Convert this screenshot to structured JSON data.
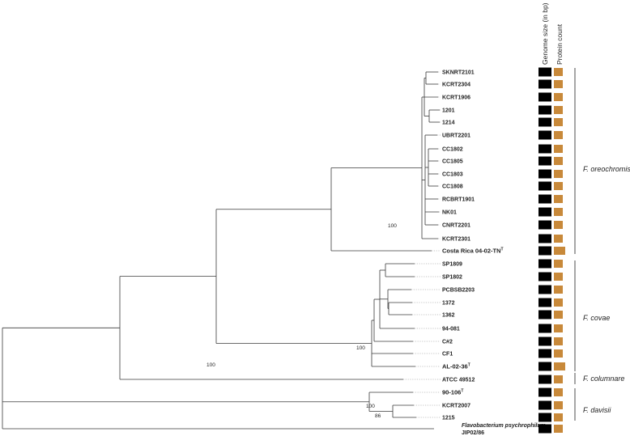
{
  "headers": {
    "genome_size": "Genome size (in bp)",
    "protein_count": "Protein count"
  },
  "colors": {
    "genome_bar": "#000000",
    "protein_bar": "#c8893a",
    "branch": "#3a3a3a",
    "guide": "#8a8a8a"
  },
  "tips": [
    {
      "id": "SKNRT2101",
      "label": "SKNRT2101"
    },
    {
      "id": "KCRT2304",
      "label": "KCRT2304"
    },
    {
      "id": "KCRT1906",
      "label": "KCRT1906"
    },
    {
      "id": "1201",
      "label": "1201"
    },
    {
      "id": "1214",
      "label": "1214"
    },
    {
      "id": "UBRT2201",
      "label": "UBRT2201"
    },
    {
      "id": "CC1802",
      "label": "CC1802"
    },
    {
      "id": "CC1805",
      "label": "CC1805"
    },
    {
      "id": "CC1803",
      "label": "CC1803"
    },
    {
      "id": "CC1808",
      "label": "CC1808"
    },
    {
      "id": "RCBRT1901",
      "label": "RCBRT1901"
    },
    {
      "id": "NK01",
      "label": "NK01"
    },
    {
      "id": "CNRT2201",
      "label": "CNRT2201"
    },
    {
      "id": "KCRT2301",
      "label": "KCRT2301"
    },
    {
      "id": "CR",
      "label": "Costa Rica 04-02-TN",
      "sup": "T"
    },
    {
      "id": "SP1809",
      "label": "SP1809"
    },
    {
      "id": "SP1802",
      "label": "SP1802"
    },
    {
      "id": "PCBSB2203",
      "label": "PCBSB2203"
    },
    {
      "id": "1372",
      "label": "1372"
    },
    {
      "id": "1362",
      "label": "1362"
    },
    {
      "id": "94081",
      "label": "94-081"
    },
    {
      "id": "C2",
      "label": "C#2"
    },
    {
      "id": "CF1",
      "label": "CF1"
    },
    {
      "id": "AL",
      "label": "AL-02-36",
      "sup": "T"
    },
    {
      "id": "ATCC",
      "label": "ATCC 49512"
    },
    {
      "id": "90106",
      "label": "90-106",
      "sup": "T"
    },
    {
      "id": "KCRT2007",
      "label": "KCRT2007"
    },
    {
      "id": "1215",
      "label": "1215"
    },
    {
      "id": "FP",
      "label": "Flavobacterium psychrophilum",
      "label2": "JIP02/86"
    }
  ],
  "bootstrap": [
    "100",
    "100",
    "100",
    "100",
    "86"
  ],
  "clades": [
    "F. oreochromis",
    "F. covae",
    "F. columnare",
    "F. davisii"
  ]
}
